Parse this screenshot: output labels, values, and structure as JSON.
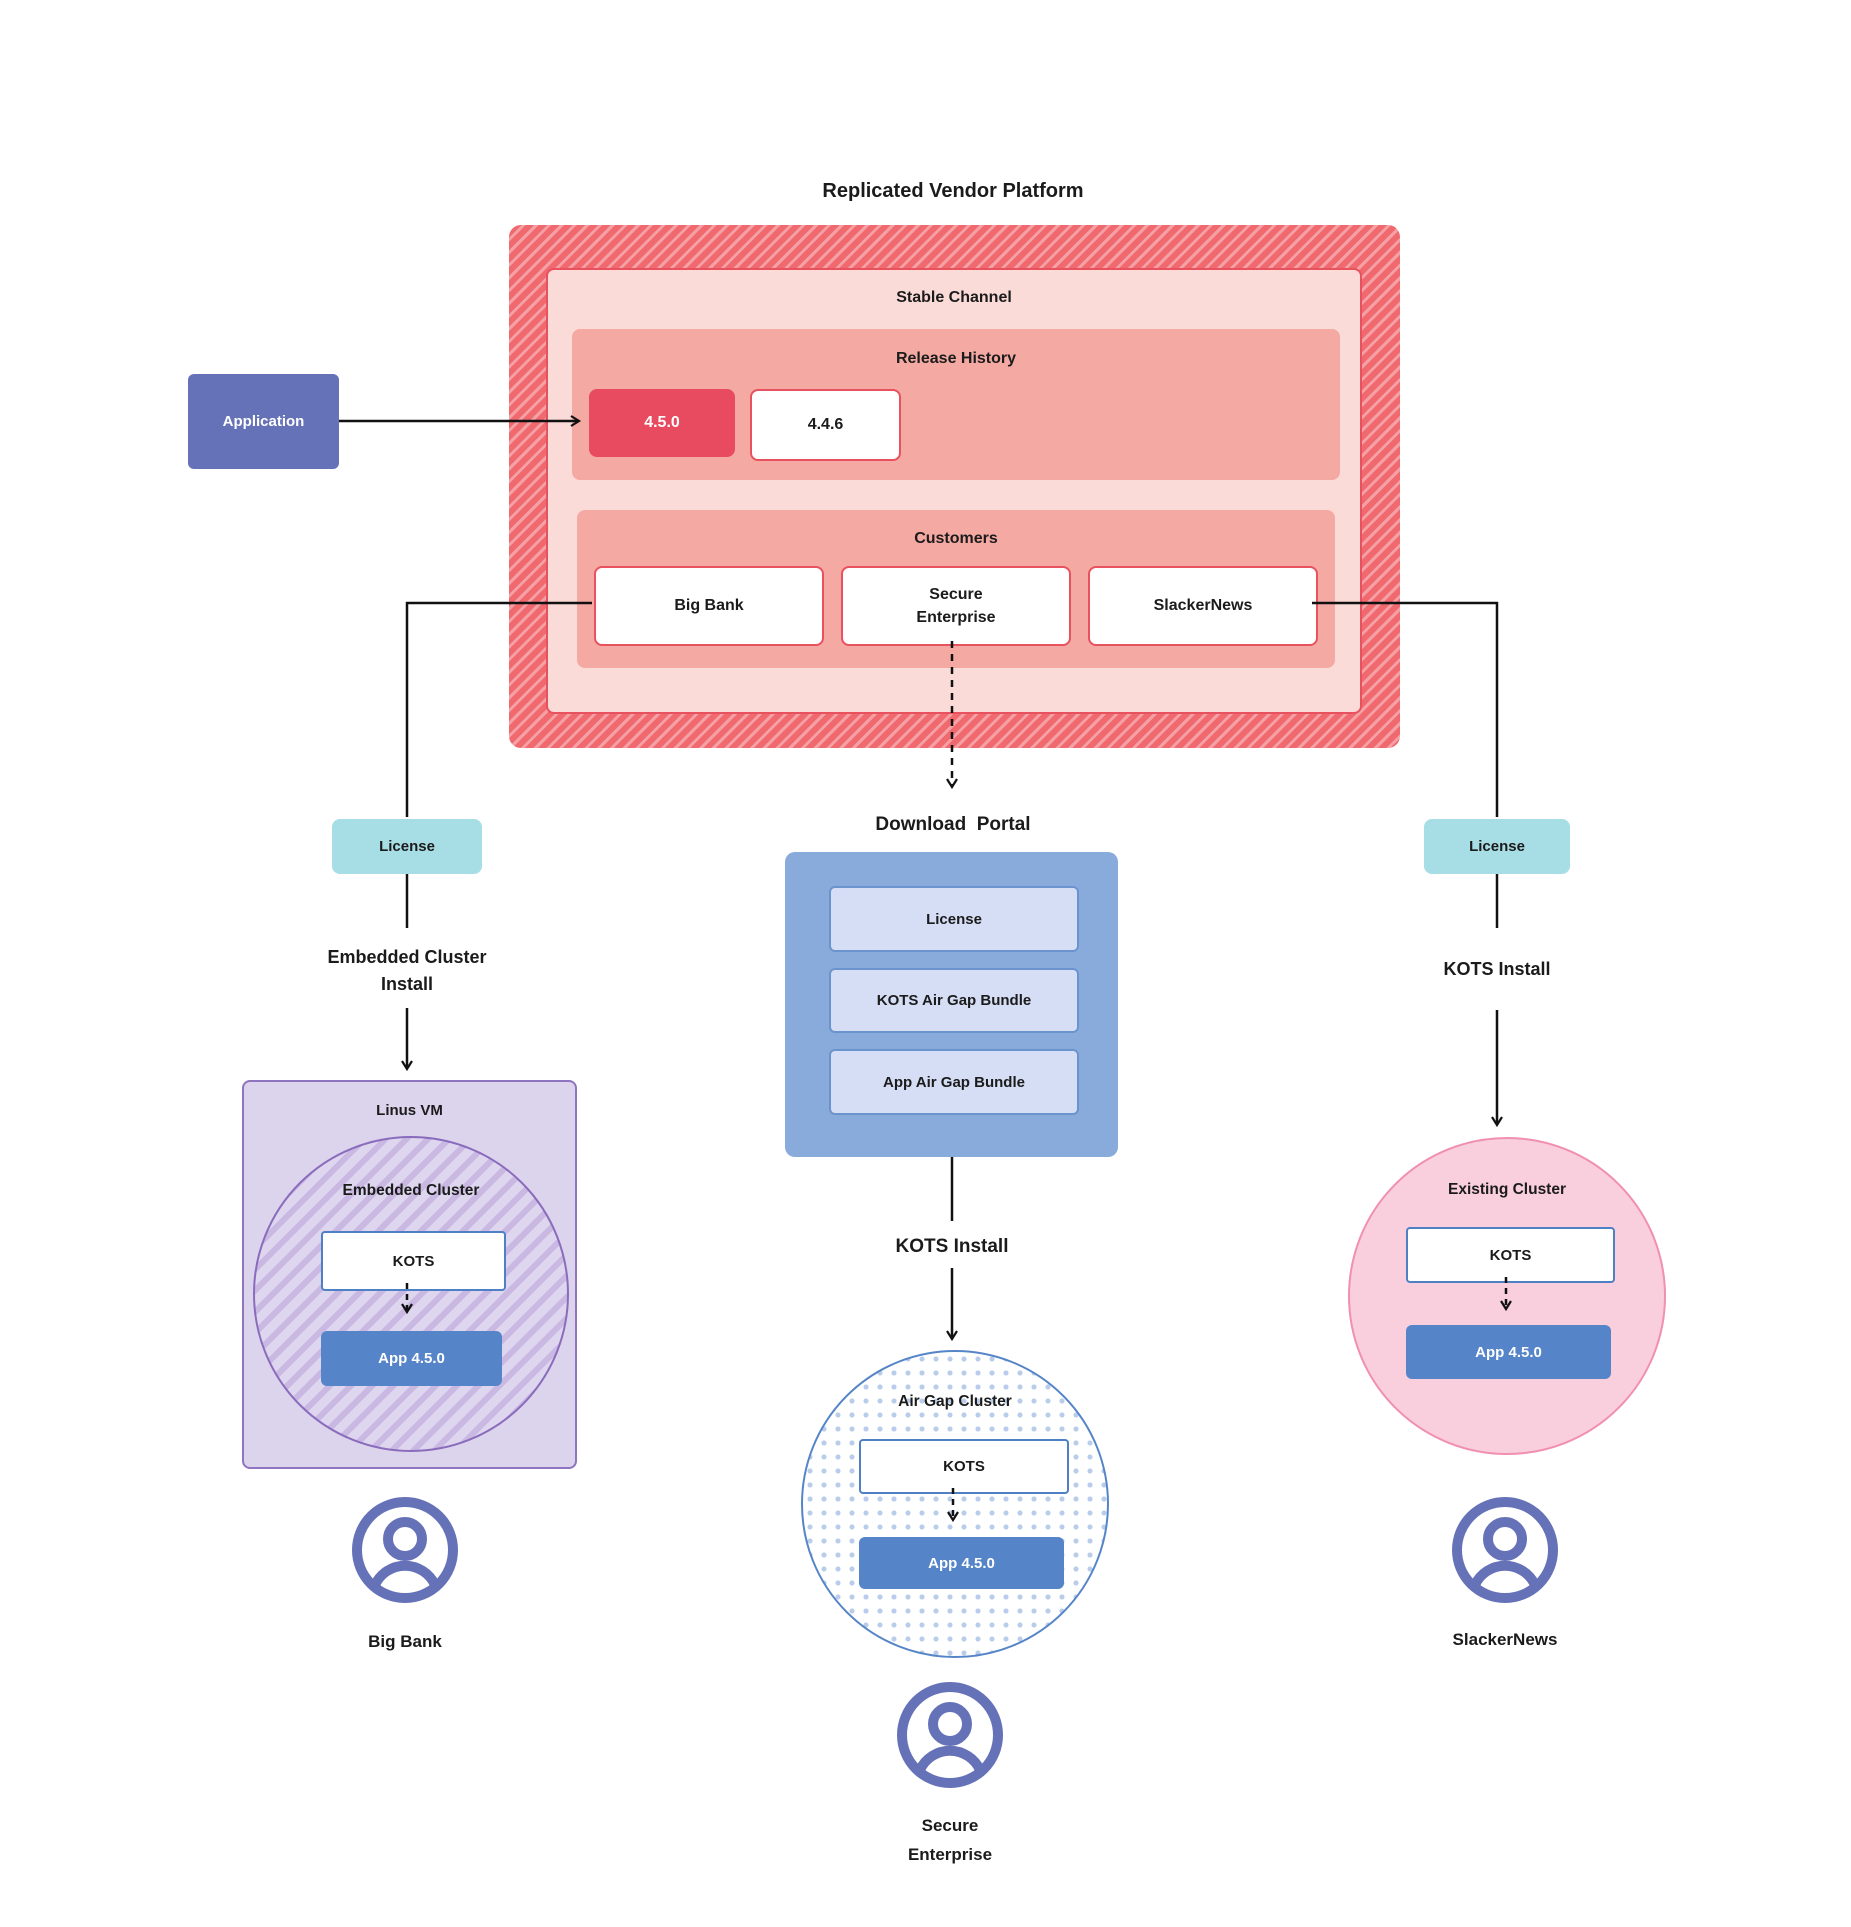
{
  "title": "Replicated Vendor Platform",
  "application": {
    "label": "Application"
  },
  "platform": {
    "stable_channel_label": "Stable Channel",
    "release_history": {
      "label": "Release History",
      "releases": [
        {
          "version": "4.5.0",
          "state": "current"
        },
        {
          "version": "4.4.6",
          "state": "previous"
        }
      ]
    },
    "customers": {
      "label": "Customers",
      "items": [
        "Big Bank",
        "Secure\nEnterprise",
        "SlackerNews"
      ]
    }
  },
  "left_flow": {
    "license_label": "License",
    "install_label": "Embedded Cluster\nInstall",
    "vm_title": "Linus VM",
    "cluster_label": "Embedded Cluster",
    "kots_label": "KOTS",
    "app_label": "App 4.5.0",
    "user_label": "Big Bank"
  },
  "middle_flow": {
    "portal_title": "Download  Portal",
    "portal_items": [
      "License",
      "KOTS Air Gap Bundle",
      "App Air Gap Bundle"
    ],
    "install_label": "KOTS Install",
    "cluster_label": "Air Gap Cluster",
    "kots_label": "KOTS",
    "app_label": "App 4.5.0",
    "user_label": "Secure\nEnterprise"
  },
  "right_flow": {
    "license_label": "License",
    "install_label": "KOTS Install",
    "cluster_label": "Existing Cluster",
    "kots_label": "KOTS",
    "app_label": "App 4.5.0",
    "user_label": "SlackerNews"
  },
  "colors": {
    "crimson_release": "#e84a5f",
    "red_border": "#e8515e",
    "salmon_fill": "#f5a9a3",
    "pink_fill": "#fbdbd7",
    "hatch_red": "#f0696f",
    "teal_license": "#a7dde5",
    "indigo_app": "#6672b8",
    "portal_blue": "#89abdc",
    "portal_item_fill": "#d5def5",
    "app_blue": "#5585c8",
    "vm_purple_fill": "#dcd3ec",
    "vm_purple_border": "#8f74c0",
    "existing_pink": "#f9cfdd",
    "user_icon_indigo": "#6672b8"
  }
}
